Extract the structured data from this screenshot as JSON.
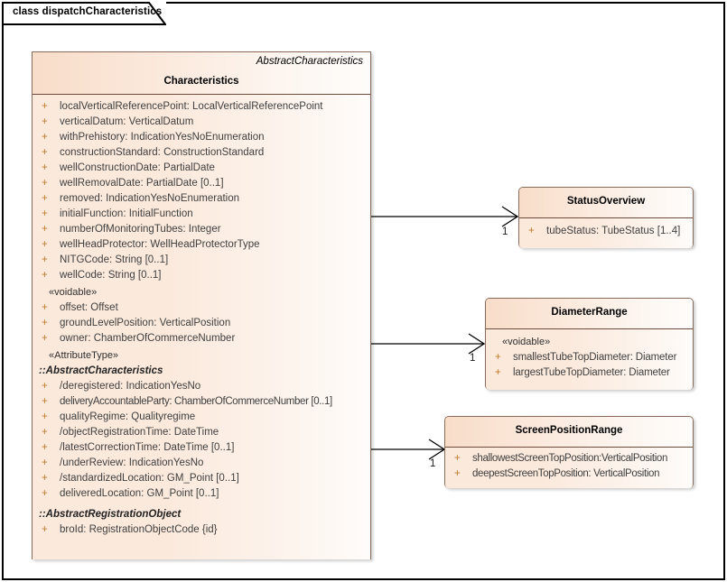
{
  "frame": {
    "label": "class dispatchCharacteristics"
  },
  "classes": {
    "characteristics": {
      "parent_label": "AbstractCharacteristics",
      "name": "Characteristics",
      "sections": [
        {
          "type": "attrs",
          "items": [
            {
              "vis": "+",
              "text": "localVerticalReferencePoint: LocalVerticalReferencePoint"
            },
            {
              "vis": "+",
              "text": "verticalDatum: VerticalDatum"
            },
            {
              "vis": "+",
              "text": "withPrehistory: IndicationYesNoEnumeration"
            },
            {
              "vis": "+",
              "text": "constructionStandard: ConstructionStandard"
            },
            {
              "vis": "+",
              "text": "wellConstructionDate: PartialDate"
            },
            {
              "vis": "+",
              "text": "wellRemovalDate: PartialDate [0..1]"
            },
            {
              "vis": "+",
              "text": "removed: IndicationYesNoEnumeration"
            },
            {
              "vis": "+",
              "text": "initialFunction: InitialFunction"
            },
            {
              "vis": "+",
              "text": "numberOfMonitoringTubes: Integer"
            },
            {
              "vis": "+",
              "text": "wellHeadProtector: WellHeadProtectorType"
            },
            {
              "vis": "+",
              "text": "NITGCode: String [0..1]"
            },
            {
              "vis": "+",
              "text": "wellCode: String [0..1]"
            }
          ]
        },
        {
          "type": "stereotype",
          "label": "«voidable»"
        },
        {
          "type": "attrs",
          "items": [
            {
              "vis": "+",
              "text": "offset: Offset"
            },
            {
              "vis": "+",
              "text": "groundLevelPosition: VerticalPosition"
            },
            {
              "vis": "+",
              "text": "owner: ChamberOfCommerceNumber"
            }
          ]
        },
        {
          "type": "stereotype",
          "label": "«AttributeType»"
        },
        {
          "type": "group",
          "label": "::AbstractCharacteristics"
        },
        {
          "type": "attrs",
          "items": [
            {
              "vis": "+",
              "text": "/deregistered: IndicationYesNo"
            },
            {
              "vis": "+",
              "text": "deliveryAccountableParty: ChamberOfCommerceNumber [0..1]"
            },
            {
              "vis": "+",
              "text": "qualityRegime: Qualityregime"
            },
            {
              "vis": "+",
              "text": "/objectRegistrationTime: DateTime"
            },
            {
              "vis": "+",
              "text": "/latestCorrectionTime: DateTime [0..1]"
            },
            {
              "vis": "+",
              "text": "/underReview: IndicationYesNo"
            },
            {
              "vis": "+",
              "text": "/standardizedLocation: GM_Point [0..1]"
            },
            {
              "vis": "+",
              "text": "deliveredLocation: GM_Point [0..1]"
            }
          ]
        },
        {
          "type": "group",
          "label": "::AbstractRegistrationObject"
        },
        {
          "type": "attrs",
          "items": [
            {
              "vis": "+",
              "text": "broId: RegistrationObjectCode {id}"
            }
          ]
        }
      ]
    },
    "status_overview": {
      "name": "StatusOverview",
      "attributes": [
        {
          "vis": "+",
          "text": "tubeStatus: TubeStatus [1..4]"
        }
      ]
    },
    "diameter_range": {
      "name": "DiameterRange",
      "stereotype": "«voidable»",
      "attributes": [
        {
          "vis": "+",
          "text": "smallestTubeTopDiameter: Diameter"
        },
        {
          "vis": "+",
          "text": "largestTubeTopDiameter: Diameter"
        }
      ]
    },
    "screen_position_range": {
      "name": "ScreenPositionRange",
      "attributes": [
        {
          "vis": "+",
          "text": "shallowestScreenTopPosition:VerticalPosition"
        },
        {
          "vis": "+",
          "text": "deepestScreenTopPosition: VerticalPosition"
        }
      ]
    }
  },
  "associations": [
    {
      "id": "assoc-status-overview",
      "target_multiplicity": "1"
    },
    {
      "id": "assoc-diameter-range",
      "target_multiplicity": "1"
    },
    {
      "id": "assoc-screen-position-range",
      "target_multiplicity": "1"
    }
  ],
  "colors": {
    "class_fill": "#fbe9dc",
    "class_header_fill": "#f8ddc9",
    "class_border": "#8a6a58",
    "visibility_marker": "#c07a2a",
    "attribute_text": "#3f3f3f",
    "frame_border": "#000000",
    "canvas_background": "#ffffff"
  }
}
